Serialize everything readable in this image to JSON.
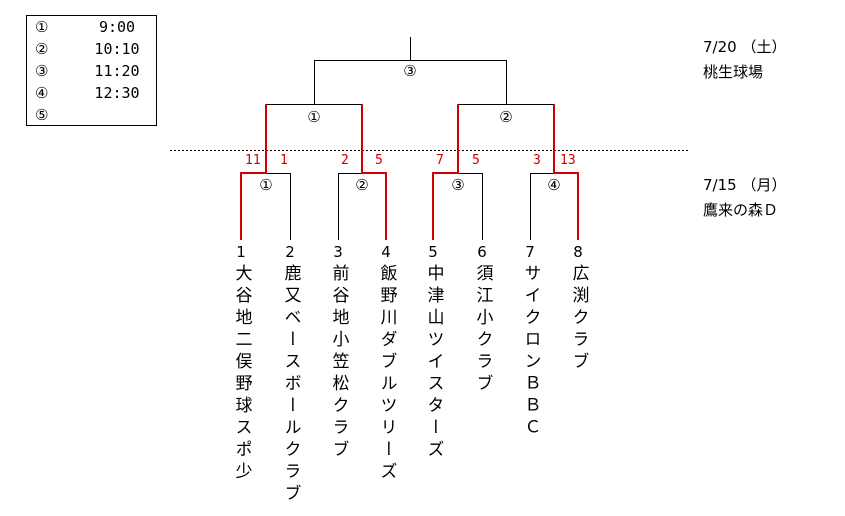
{
  "schedule": [
    {
      "mark": "①",
      "time": "9:00"
    },
    {
      "mark": "②",
      "time": "10:10"
    },
    {
      "mark": "③",
      "time": "11:20"
    },
    {
      "mark": "④",
      "time": "12:30"
    },
    {
      "mark": "⑤",
      "time": ""
    }
  ],
  "day2": {
    "date": "7/20 （土）",
    "venue": "桃生球場"
  },
  "day1": {
    "date": "7/15 （月）",
    "venue": "鷹来の森Ｄ"
  },
  "round1": [
    {
      "label": "①",
      "score_left": "11",
      "score_right": "1"
    },
    {
      "label": "②",
      "score_left": "2",
      "score_right": "5"
    },
    {
      "label": "③",
      "score_left": "7",
      "score_right": "5"
    },
    {
      "label": "④",
      "score_left": "3",
      "score_right": "13"
    }
  ],
  "round2": [
    {
      "label": "①"
    },
    {
      "label": "②"
    }
  ],
  "final": {
    "label": "③"
  },
  "teams": [
    {
      "seed": "1",
      "name": "大谷地二俣野球スポ少"
    },
    {
      "seed": "2",
      "name": "鹿又ベースボールクラブ"
    },
    {
      "seed": "3",
      "name": "前谷地小笠松クラブ"
    },
    {
      "seed": "4",
      "name": "飯野川ダブルツリーズ"
    },
    {
      "seed": "5",
      "name": "中津山ツイスターズ"
    },
    {
      "seed": "6",
      "name": "須江小クラブ"
    },
    {
      "seed": "7",
      "name": "サイクロンＢＢＣ"
    },
    {
      "seed": "8",
      "name": "広渕クラブ"
    }
  ],
  "colors": {
    "winner": "#d00000",
    "line": "#000000"
  }
}
